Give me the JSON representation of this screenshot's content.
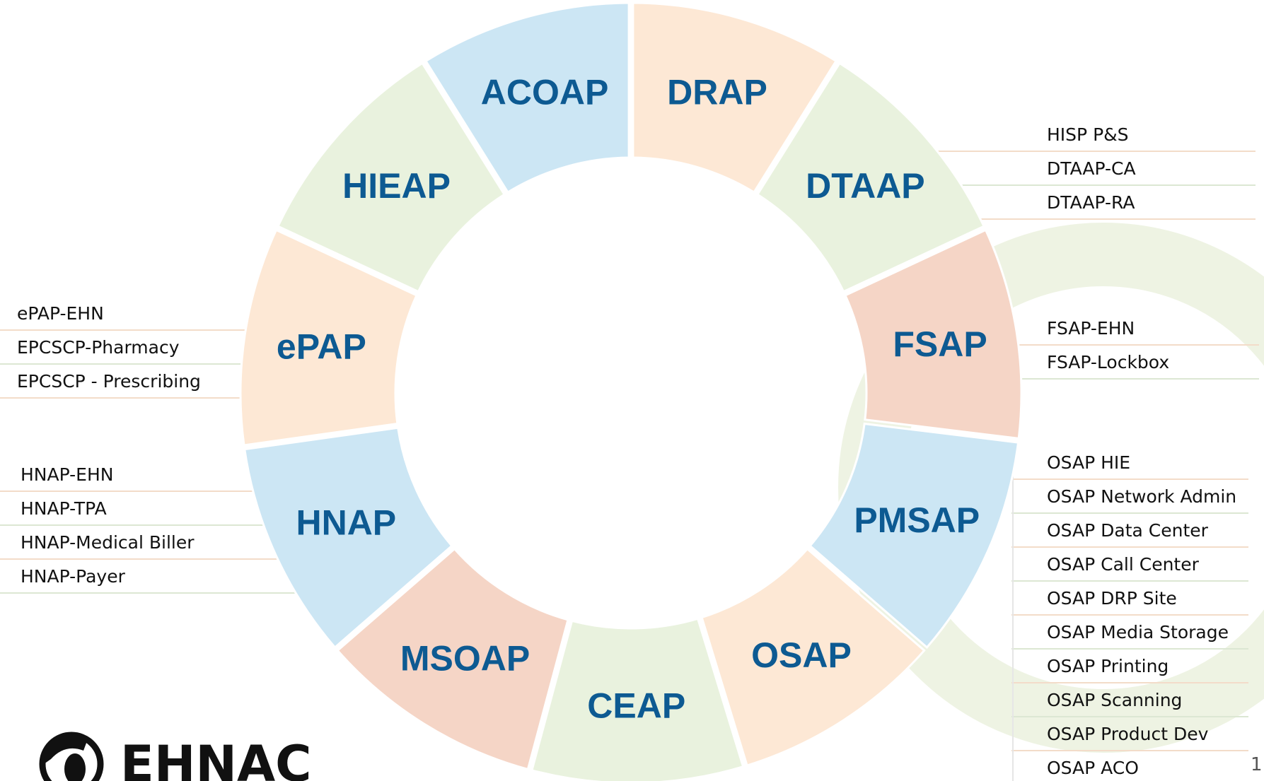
{
  "colors": {
    "blue": "#cce6f4",
    "peach": "#fde8d5",
    "green": "#e9f2de",
    "salmon": "#f5d5c6",
    "label_text": "#0d5a92",
    "text": "#111111"
  },
  "segments": [
    {
      "label": "DRAP",
      "color": "peach"
    },
    {
      "label": "DTAAP",
      "color": "green"
    },
    {
      "label": "FSAP",
      "color": "salmon"
    },
    {
      "label": "PMSAP",
      "color": "blue"
    },
    {
      "label": "OSAP",
      "color": "peach"
    },
    {
      "label": "CEAP",
      "color": "green"
    },
    {
      "label": "MSOAP",
      "color": "salmon"
    },
    {
      "label": "HNAP",
      "color": "blue"
    },
    {
      "label": "ePAP",
      "color": "peach"
    },
    {
      "label": "HIEAP",
      "color": "green"
    },
    {
      "label": "ACOAP",
      "color": "blue"
    }
  ],
  "sub_programs": {
    "dtaap": [
      "HISP P&S",
      "DTAAP-CA",
      "DTAAP-RA"
    ],
    "fsap": [
      "FSAP-EHN",
      "FSAP-Lockbox"
    ],
    "osap": [
      "OSAP HIE",
      "OSAP Network Admin",
      "OSAP Data Center",
      "OSAP Call Center",
      "OSAP DRP Site",
      "OSAP Media Storage",
      "OSAP Printing",
      "OSAP Scanning",
      "OSAP Product Dev",
      "OSAP ACO"
    ],
    "epap": [
      "ePAP-EHN",
      "EPCSCP-Pharmacy",
      "EPCSCP - Prescribing"
    ],
    "hnap": [
      "HNAP-EHN",
      "HNAP-TPA",
      "HNAP-Medical Biller",
      "HNAP-Payer"
    ]
  },
  "logo": {
    "name": "EHNAC"
  },
  "page_number": "1"
}
